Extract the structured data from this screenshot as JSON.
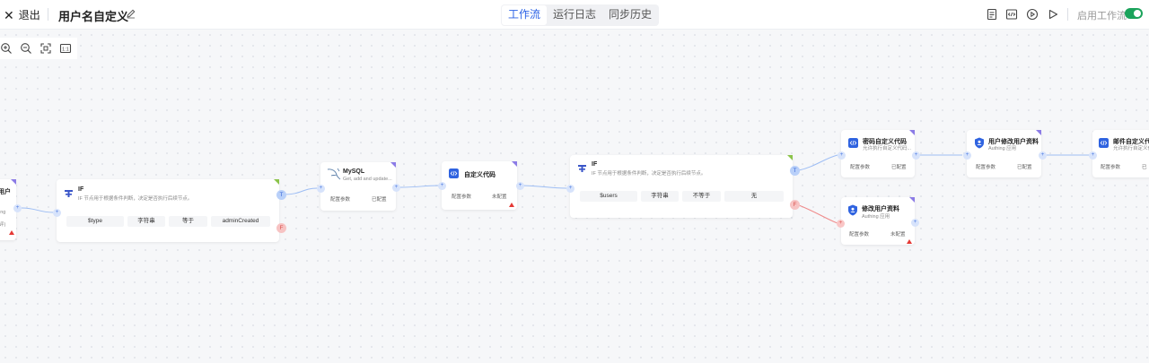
{
  "header": {
    "exit_label": "退出",
    "workflow_name": "用户名自定义",
    "tabs": [
      {
        "label": "工作流",
        "active": true
      },
      {
        "label": "运行日志",
        "active": false
      },
      {
        "label": "同步历史",
        "active": false
      }
    ],
    "enable_label": "启用工作流",
    "enabled": true,
    "right_icons": [
      "document-icon",
      "code-icon",
      "play-circle-icon",
      "run-icon"
    ]
  },
  "zoom_tools": [
    "zoom-in-icon",
    "zoom-out-icon",
    "fit-view-icon",
    "actual-size-icon"
  ],
  "nodes": {
    "partial_left": {
      "title": "用户",
      "line1": "ing",
      "line2": "评)"
    },
    "if1": {
      "title": "IF",
      "desc": "IF 节点用于根据条件判断，决定是否执行后续节点。",
      "conditions": [
        "$type",
        "字符串",
        "等于",
        "adminCreated"
      ],
      "true_label": "T",
      "false_label": "F"
    },
    "mysql": {
      "title": "MySQL",
      "desc": "Get, add and update...",
      "config_label": "配置参数",
      "status": "已配置"
    },
    "custom_code": {
      "title": "自定义代码",
      "config_label": "配置参数",
      "status": "未配置"
    },
    "if2": {
      "title": "IF",
      "desc": "IF 节点用于根据条件判断，决定是否执行后续节点。",
      "conditions": [
        "$users",
        "字符串",
        "不等于",
        "无"
      ],
      "true_label": "T",
      "false_label": "F"
    },
    "pwd_code": {
      "title": "密码自定义代码",
      "desc": "允许执行自定义代码...",
      "config_label": "配置参数",
      "status": "已配置"
    },
    "modify_user_top": {
      "title": "用户修改用户资料",
      "desc": "Authing 应用",
      "config_label": "配置参数",
      "status": "已配置"
    },
    "mail_code": {
      "title": "邮件自定义代码",
      "desc": "允许执行自定义代码",
      "config_label": "配置参数",
      "status": "已"
    },
    "modify_user": {
      "title": "修改用户资料",
      "desc": "Authing 应用",
      "config_label": "配置参数",
      "status": "未配置"
    }
  },
  "colors": {
    "accent": "#2b62e6",
    "toggle_on": "#1ba35b",
    "true_edge": "#8fb3f3",
    "false_edge": "#f08a8a",
    "corner_purple": "#8b7be6",
    "corner_green": "#8bc34a",
    "warning": "#e53935"
  }
}
